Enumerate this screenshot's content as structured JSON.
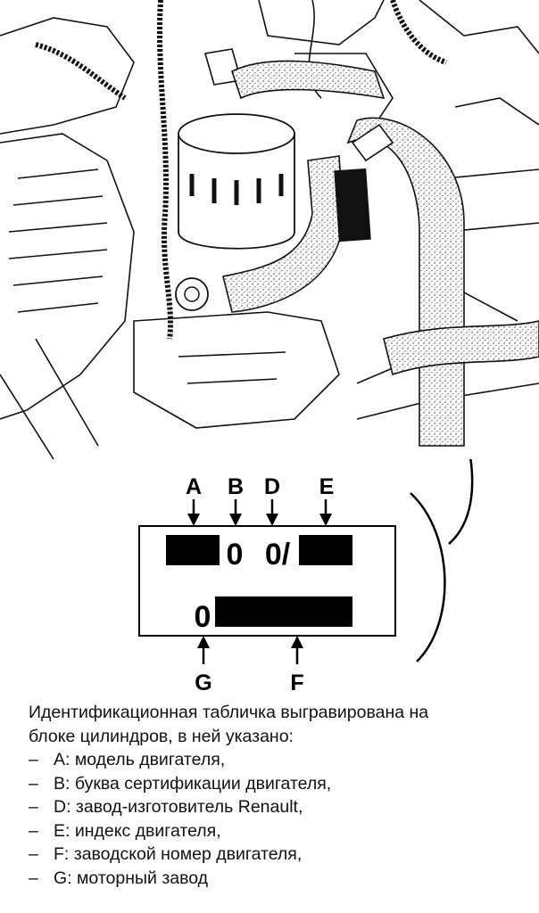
{
  "plate": {
    "labels": {
      "A": "A",
      "B": "B",
      "D": "D",
      "E": "E",
      "F": "F",
      "G": "G"
    },
    "row1_b_char": "0",
    "row1_d_char": "0/",
    "row2_g_char": "0"
  },
  "caption": {
    "intro_line1": "Идентификационная табличка выгравирована на",
    "intro_line2": "блоке цилиндров, в ней указано:",
    "items": [
      {
        "dash": "–",
        "text": "A: модель двигателя,"
      },
      {
        "dash": "–",
        "text": "B: буква сертификации двигателя,"
      },
      {
        "dash": "–",
        "text": "D: завод-изготовитель Renault,"
      },
      {
        "dash": "–",
        "text": "E: индекс двигателя,"
      },
      {
        "dash": "–",
        "text": "F: заводской номер двигателя,"
      },
      {
        "dash": "–",
        "text": "G: моторный завод"
      }
    ]
  }
}
